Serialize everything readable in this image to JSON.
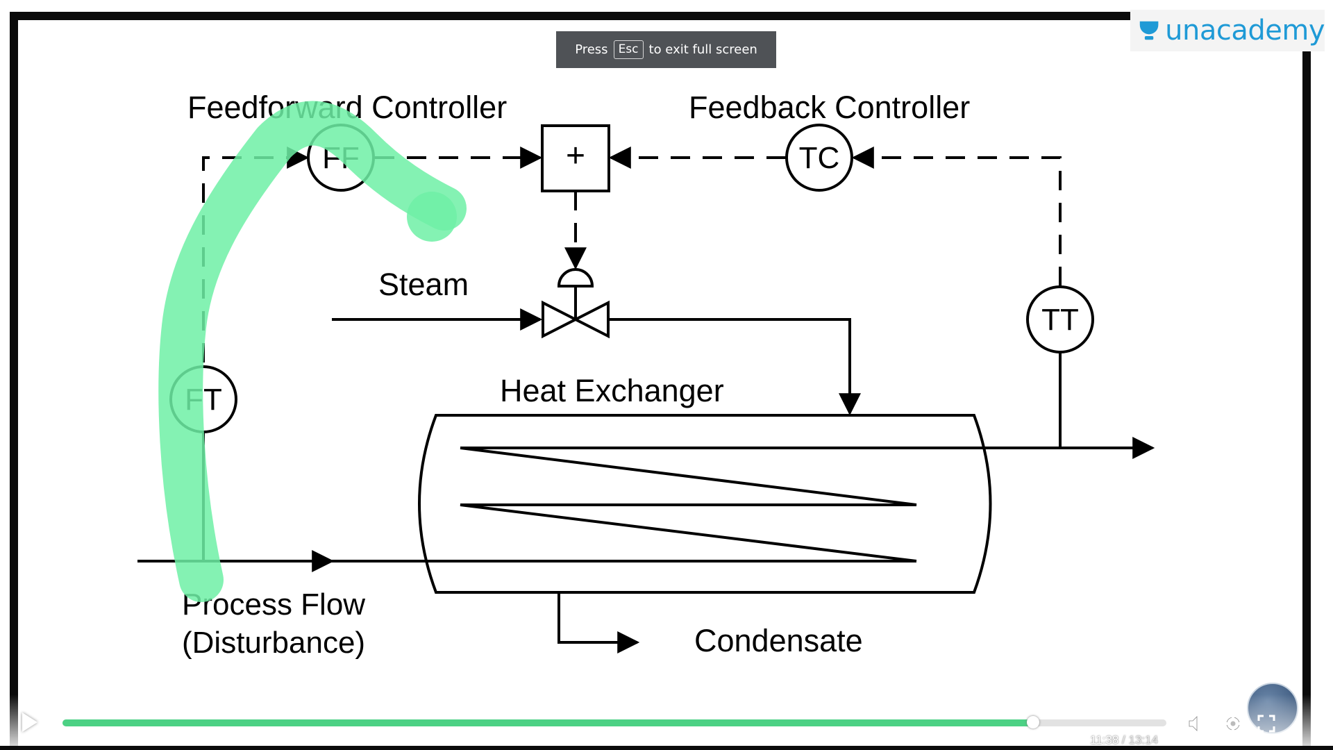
{
  "fullscreen_notice": {
    "press": "Press",
    "key": "Esc",
    "rest": "to exit full screen"
  },
  "logo": {
    "text": "unacademy",
    "color": "#1f9ad6"
  },
  "diagram": {
    "feedforward_title": "Feedforward Controller",
    "feedback_title": "Feedback Controller",
    "ff_label": "FF",
    "tc_label": "TC",
    "tt_label": "TT",
    "ft_label": "FT",
    "sum_label": "+",
    "steam_label": "Steam",
    "heat_exchanger_label": "Heat Exchanger",
    "process_flow_label": "Process Flow",
    "disturbance_label": "(Disturbance)",
    "condensate_label": "Condensate",
    "highlight_color": "#6ff0a6"
  },
  "player": {
    "current_time": "11:38",
    "separator": "/",
    "duration": "13:14",
    "progress_fraction": 0.879,
    "progress_color": "#4cd184",
    "icons": [
      "play-icon",
      "volume-icon",
      "settings-icon",
      "fullscreen-icon"
    ]
  }
}
